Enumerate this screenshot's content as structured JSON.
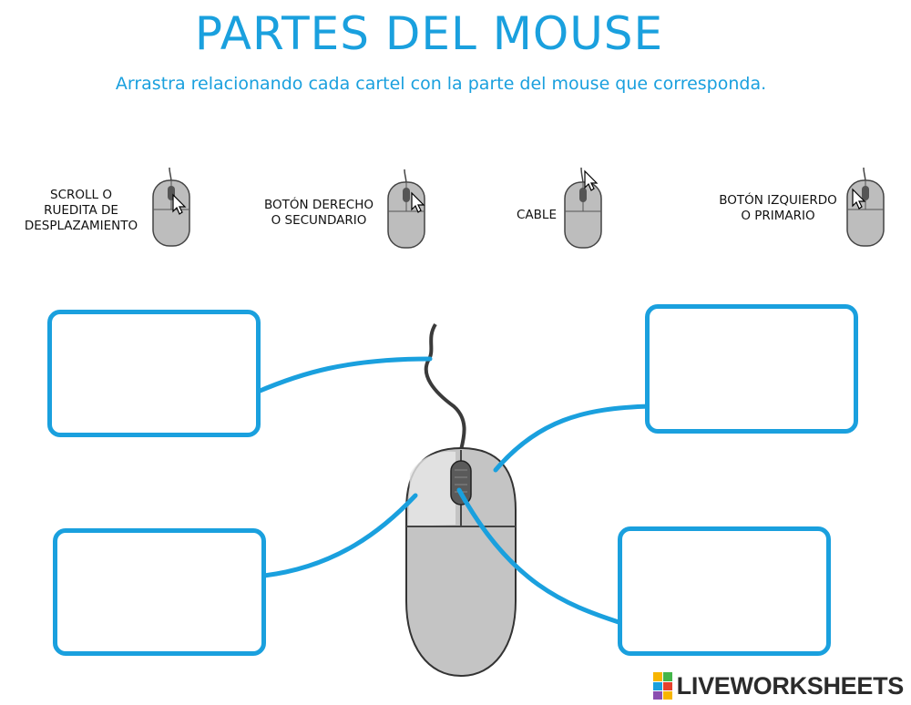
{
  "header": {
    "title": "PARTES DEL MOUSE",
    "instructions": "Arrastra relacionando cada cartel con la parte del mouse que corresponda."
  },
  "draggable_labels": [
    {
      "line1": "SCROLL O",
      "line2": "RUEDITA DE",
      "line3": "DESPLAZAMIENTO",
      "highlight": "scroll-wheel"
    },
    {
      "line1": "BOTÓN DERECHO",
      "line2": "O SECUNDARIO",
      "line3": "",
      "highlight": "right-button"
    },
    {
      "line1": "CABLE",
      "line2": "",
      "line3": "",
      "highlight": "cable"
    },
    {
      "line1": "BOTÓN IZQUIERDO",
      "line2": "O PRIMARIO",
      "line3": "",
      "highlight": "left-button"
    }
  ],
  "drop_zones": [
    {
      "id": "top-left",
      "value": ""
    },
    {
      "id": "bottom-left",
      "value": ""
    },
    {
      "id": "top-right",
      "value": ""
    },
    {
      "id": "bottom-right",
      "value": ""
    }
  ],
  "colors": {
    "accent": "#1aa0de",
    "mouse_body": "#bdbdbd",
    "text": "#111111"
  },
  "branding": {
    "text": "LIVEWORKSHEETS"
  }
}
